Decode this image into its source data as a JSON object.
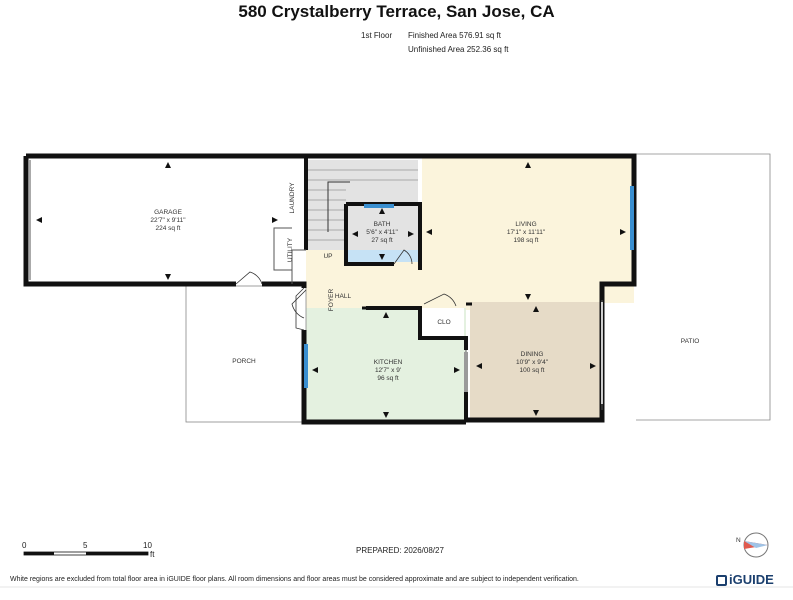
{
  "header": {
    "title": "580 Crystalberry Terrace, San Jose, CA",
    "floor": "1st Floor",
    "finished_area": "Finished Area 576.91 sq ft",
    "unfinished_area": "Unfinished Area 252.36 sq ft"
  },
  "rooms": {
    "garage": {
      "name": "GARAGE",
      "dims": "22'7\" x 9'11\"",
      "area": "224 sq ft"
    },
    "bath": {
      "name": "BATH",
      "dims": "5'6\" x 4'11\"",
      "area": "27 sq ft"
    },
    "living": {
      "name": "LIVING",
      "dims": "17'1\" x 11'11\"",
      "area": "198 sq ft"
    },
    "kitchen": {
      "name": "KITCHEN",
      "dims": "12'7\" x 9'",
      "area": "96 sq ft"
    },
    "dining": {
      "name": "DINING",
      "dims": "10'9\" x 9'4\"",
      "area": "100 sq ft"
    },
    "porch": {
      "name": "PORCH"
    },
    "patio": {
      "name": "PATIO"
    },
    "laundry": {
      "name": "LAUNDRY"
    },
    "utility": {
      "name": "UTILITY"
    },
    "foyer": {
      "name": "FOYER"
    },
    "hall": {
      "name": "HALL"
    },
    "clo": {
      "name": "CLO"
    },
    "up": {
      "name": "UP"
    }
  },
  "scale": {
    "zero": "0",
    "five": "5",
    "ten": "10",
    "unit": "ft"
  },
  "prepared": "PREPARED: 2026/08/27",
  "footer_note": "White regions are excluded from total floor area in iGUIDE floor plans. All room dimensions and floor areas must be considered approximate and are subject to independent verification.",
  "brand": "iGUIDE",
  "compass_label": "N",
  "colors": {
    "bath": "#c6e2f5",
    "living": "#fbf4dc",
    "kitchen": "#e4f1e0",
    "dining": "#e6dbc7",
    "stairs": "#e3e3e3",
    "wall": "#111111",
    "window": "#3a8fd0"
  }
}
